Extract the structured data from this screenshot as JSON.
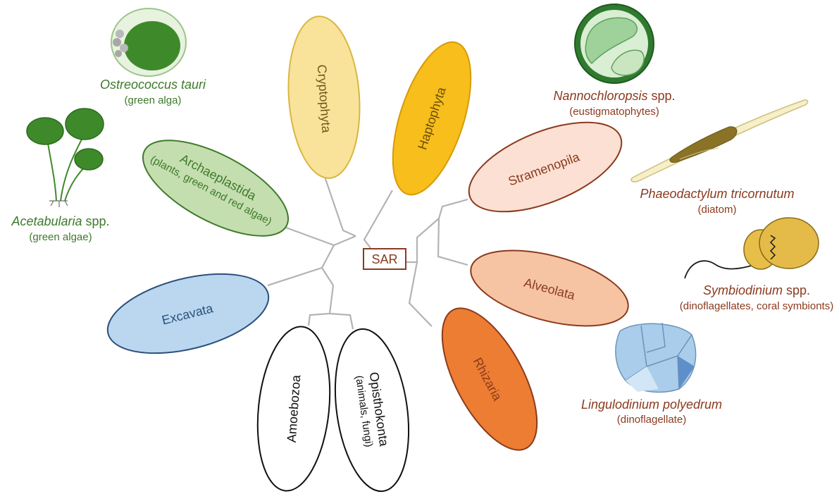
{
  "diagram": {
    "center_label": "SAR",
    "groups": {
      "cryptophyta": {
        "name": "Cryptophyta"
      },
      "haptophyta": {
        "name": "Haptophyta"
      },
      "archaeplastida": {
        "name": "Archaeplastida",
        "sub": "(plants, green and red algae)"
      },
      "stramenopila": {
        "name": "Stramenopila"
      },
      "alveolata": {
        "name": "Alveolata"
      },
      "rhizaria": {
        "name": "Rhizaria"
      },
      "excavata": {
        "name": "Excavata"
      },
      "amoebozoa": {
        "name": "Amoebozoa"
      },
      "opisthokonta": {
        "name": "Opisthokonta",
        "sub": "(animals, fungi)"
      }
    },
    "organisms": {
      "ostreococcus": {
        "name": "Ostreococcus tauri",
        "sub": "(green alga)"
      },
      "acetabularia": {
        "name_italic": "Acetabularia",
        "name_rest": " spp.",
        "sub": "(green algae)"
      },
      "nannochloropsis": {
        "name_italic": "Nannochloropsis",
        "name_rest": " spp.",
        "sub": "(eustigmatophytes)"
      },
      "phaeodactylum": {
        "name": "Phaeodactylum tricornutum",
        "sub": "(diatom)"
      },
      "symbiodinium": {
        "name_italic": "Symbiodinium",
        "name_rest": " spp.",
        "sub": "(dinoflagellates, coral symbionts)"
      },
      "lingulodinium": {
        "name": "Lingulodinium polyedrum",
        "sub": "(dinoflagellate)"
      }
    },
    "colors": {
      "green_text": "#3d7a2a",
      "brown_text": "#8b3a1e",
      "excavata_text": "#2c4f7c",
      "branch": "#b3b3b3"
    }
  }
}
